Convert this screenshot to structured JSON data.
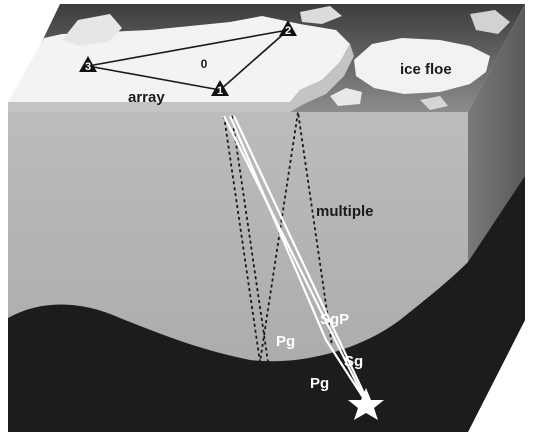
{
  "diagram": {
    "colors": {
      "sky_top": "#3a3a3a",
      "sky_bottom": "#8a8a8a",
      "ice": "#f2f2f2",
      "ice_shadow": "#bdbdbd",
      "water_front": "#b3b3b3",
      "water_side": "#6e6e6e",
      "seabed": "#1b1b1b",
      "ray": "#ffffff",
      "multiple": "#1a1a1a"
    },
    "labels": {
      "array": "array",
      "ice_floe": "ice floe",
      "multiple": "multiple",
      "pg_upper": "Pg",
      "sgp": "SgP",
      "sg": "Sg",
      "pg_lower": "Pg"
    },
    "sensors": [
      {
        "id": "0",
        "shape": "none"
      },
      {
        "id": "1",
        "shape": "triangle"
      },
      {
        "id": "2",
        "shape": "triangle"
      },
      {
        "id": "3",
        "shape": "triangle"
      }
    ],
    "icons": {
      "sensor": "triangle-icon",
      "source": "star-icon"
    }
  }
}
